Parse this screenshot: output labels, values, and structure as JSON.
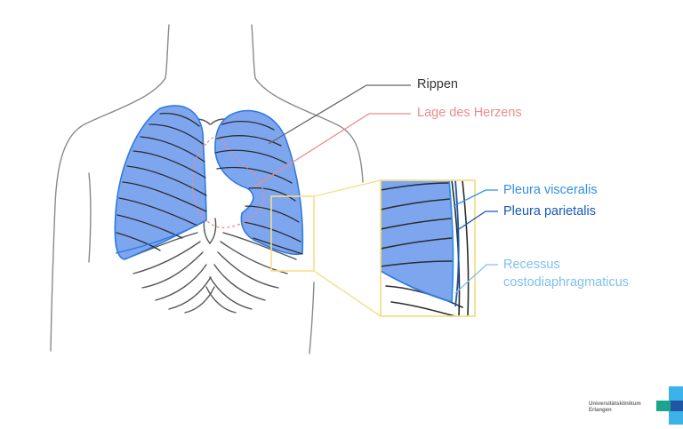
{
  "labels": {
    "ribs": "Rippen",
    "heart": "Lage des Herzens",
    "pleura_visceralis": "Pleura visceralis",
    "pleura_parietalis": "Pleura parietalis",
    "recessus_line1": "Recessus",
    "recessus_line2": "costodiaphragmaticus"
  },
  "logo": {
    "line1": "Universitätsklinikum",
    "line2": "Erlangen"
  },
  "colors": {
    "outline": "#8a8a8a",
    "rib": "#333333",
    "lung_fill": "#7ea6ef",
    "lung_stroke": "#2f7be0",
    "heart": "#ee8a8a",
    "zoom_frame": "#f3e08a",
    "pleura_visceralis": "#2f8fe6",
    "pleura_parietalis": "#1659b8",
    "recessus": "#7fc0ee",
    "logo_teal": "#1aa58c",
    "logo_blue": "#1f57a5",
    "logo_light": "#3cb2ea"
  }
}
